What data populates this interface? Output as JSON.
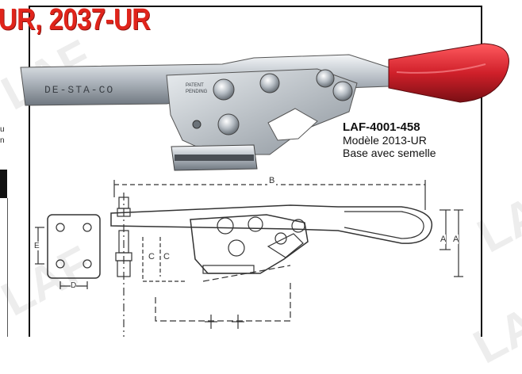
{
  "header": {
    "title": "UR, 2037-UR"
  },
  "side_fragments": [
    "u",
    "n"
  ],
  "product": {
    "code": "LAF-4001-458",
    "model": "Modèle 2013-UR",
    "base": "Base avec semelle",
    "stamp_left": "DE-STA-CO",
    "stamp_small_1": "PATENT",
    "stamp_small_2": "PENDING"
  },
  "drawing_labels": {
    "b": "B",
    "a1": "A",
    "a2": "A",
    "c1": "C",
    "c2": "C",
    "d": "D",
    "e": "E"
  },
  "watermark": "LAF",
  "colors": {
    "title": "#e0241b",
    "handle": "#d0202a"
  }
}
